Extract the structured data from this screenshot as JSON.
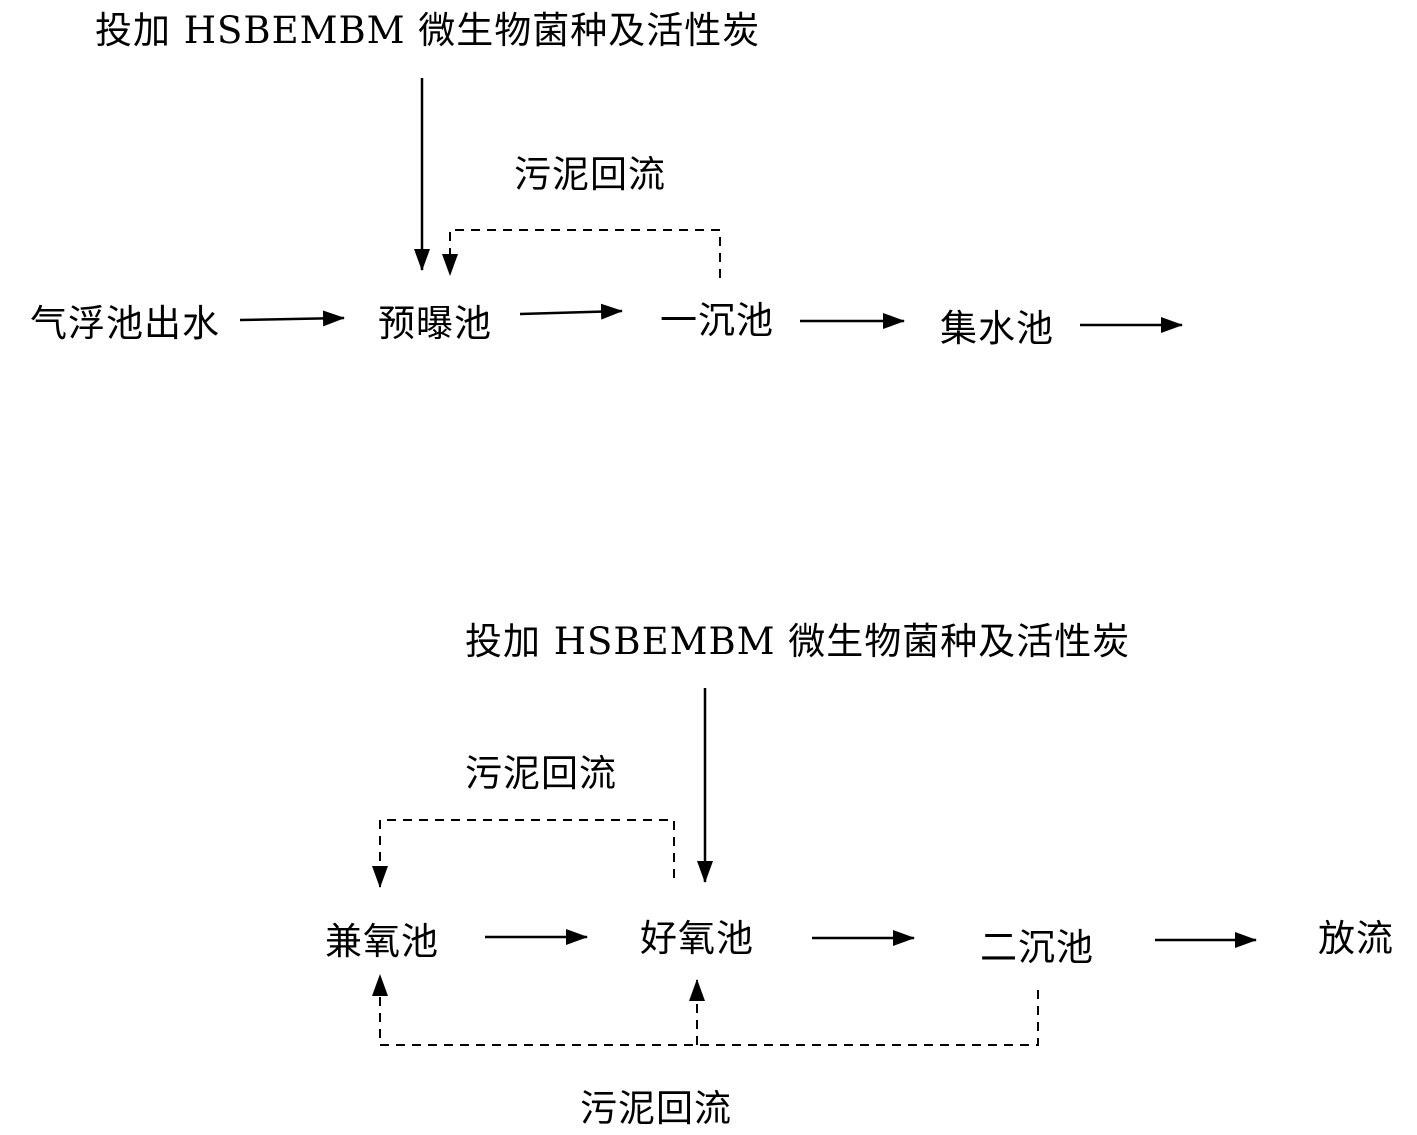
{
  "flow1": {
    "dosing_label": "投加 HSBEMBM 微生物菌种及活性炭",
    "recycle_label": "污泥回流",
    "nodes": [
      "气浮池出水",
      "预曝池",
      "一沉池",
      "集水池"
    ]
  },
  "flow2": {
    "dosing_label": "投加 HSBEMBM 微生物菌种及活性炭",
    "recycle_top_label": "污泥回流",
    "recycle_bottom_label": "污泥回流",
    "nodes": [
      "兼氧池",
      "好氧池",
      "二沉池",
      "放流"
    ]
  },
  "colors": {
    "line": "#000000",
    "background": "#ffffff"
  }
}
